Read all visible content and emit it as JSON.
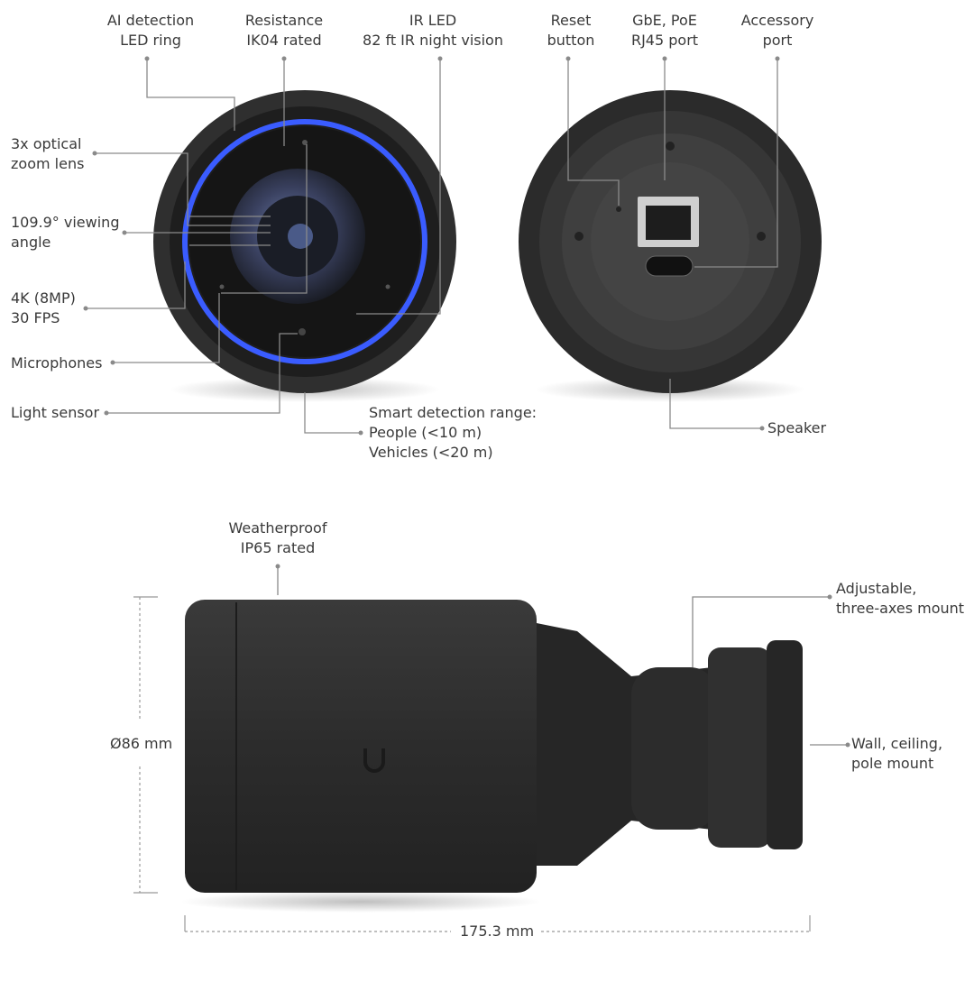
{
  "front_labels": {
    "ai_led_ring": "AI detection\nLED ring",
    "resistance": "Resistance\nIK04 rated",
    "ir_led": "IR LED\n82 ft IR night vision",
    "zoom_lens": "3x optical\nzoom lens",
    "viewing_angle": "109.9° viewing\nangle",
    "resolution": "4K (8MP)\n30 FPS",
    "microphones": "Microphones",
    "light_sensor": "Light sensor",
    "smart_detection": "Smart detection range:\nPeople (<10 m)\nVehicles (<20 m)"
  },
  "back_labels": {
    "reset": "Reset\nbutton",
    "rj45": "GbE, PoE\nRJ45 port",
    "accessory": "Accessory\nport",
    "speaker": "Speaker"
  },
  "side_labels": {
    "weatherproof": "Weatherproof\nIP65 rated",
    "mount_adjust": "Adjustable,\nthree-axes mount",
    "mount_type": "Wall, ceiling,\npole mount",
    "diameter": "Ø86 mm",
    "length": "175.3 mm"
  },
  "colors": {
    "led_ring": "#3a5cff",
    "body": "#2b2b2b",
    "leader": "#8a8a8a"
  }
}
